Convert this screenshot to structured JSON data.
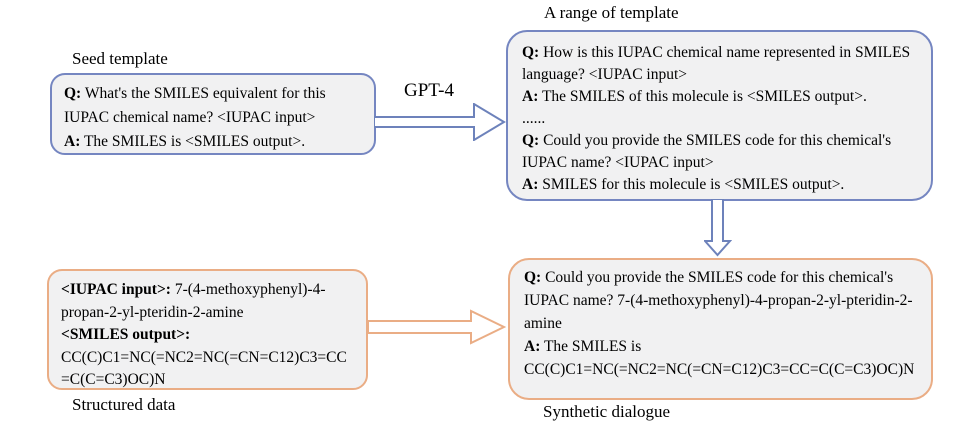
{
  "colors": {
    "blue_border": "#7586c1",
    "blue_arrow": "#6d82bb",
    "orange": "#eaad85",
    "bubble_fill": "#f1f1f2",
    "background": "#ffffff",
    "text": "#000000"
  },
  "gpt4_label": "GPT-4",
  "seed": {
    "label": "Seed template",
    "q_prefix": "Q:",
    "q_text": " What's the SMILES equivalent for this IUPAC chemical name? <IUPAC input>",
    "a_prefix": "A:",
    "a_text": " The SMILES is <SMILES output>."
  },
  "range": {
    "label": "A range of template",
    "q1_prefix": "Q:",
    "q1_text": " How is this IUPAC chemical name represented in SMILES language? <IUPAC input>",
    "a1_prefix": "A:",
    "a1_text": " The SMILES of this molecule is <SMILES output>.",
    "ellipsis": "......",
    "q2_prefix": "Q:",
    "q2_text": " Could you provide the SMILES code for this chemical's IUPAC name? <IUPAC input>",
    "a2_prefix": "A:",
    "a2_text": " SMILES for this molecule is <SMILES output>."
  },
  "structured": {
    "label": "Structured data",
    "iupac_key": "<IUPAC input>:",
    "iupac_value": " 7-(4-methoxyphenyl)-4-propan-2-yl-pteridin-2-amine",
    "smiles_key": "<SMILES output>:",
    "smiles_value": " CC(C)C1=NC(=NC2=NC(=CN=C12)C3=CC=C(C=C3)OC)N"
  },
  "synthetic": {
    "label": "Synthetic dialogue",
    "q_prefix": "Q:",
    "q_text": " Could you provide the SMILES code for this chemical's IUPAC name? 7-(4-methoxyphenyl)-4-propan-2-yl-pteridin-2-amine",
    "a_prefix": "A:",
    "a_text": " The SMILES is",
    "a_smiles": " CC(C)C1=NC(=NC2=NC(=CN=C12)C3=CC=C(C=C3)OC)N"
  },
  "arrows": [
    {
      "name": "seed-to-range-arrow",
      "icon": "arrow-right-icon",
      "annotation": "GPT-4",
      "color": "#6d82bb"
    },
    {
      "name": "range-to-synthetic-arrow",
      "icon": "arrow-down-icon",
      "color": "#6d82bb"
    },
    {
      "name": "structured-to-synthetic-arrow",
      "icon": "arrow-right-icon",
      "color": "#eaad85"
    }
  ]
}
